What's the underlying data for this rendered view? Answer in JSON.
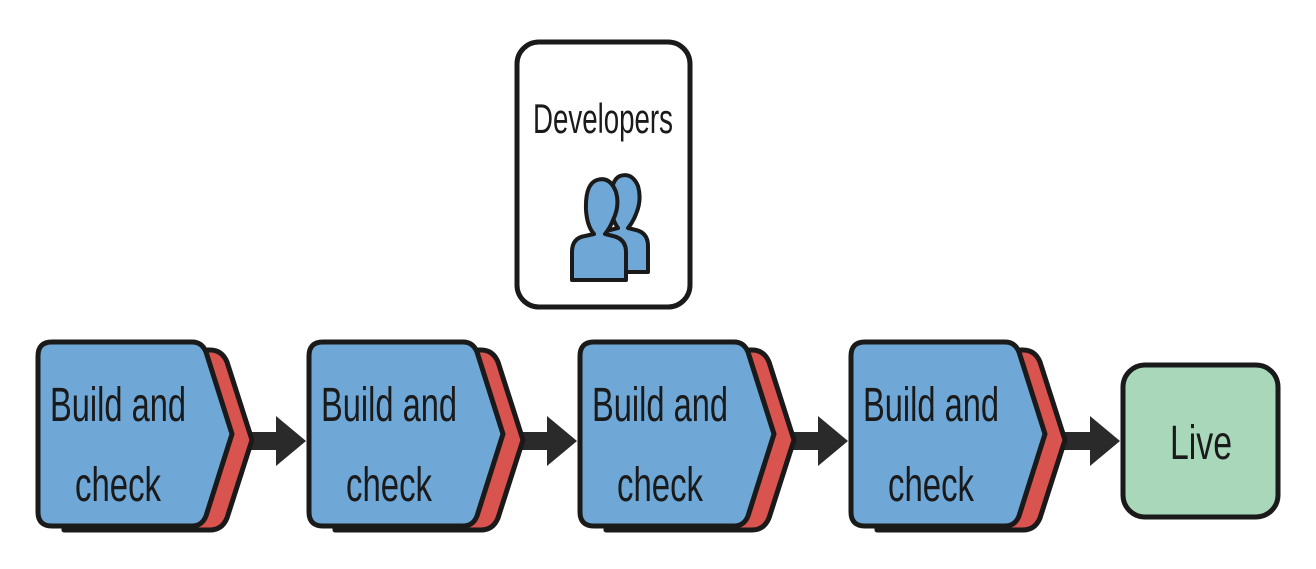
{
  "diagram": {
    "developers": {
      "label": "Developers",
      "icon": "people-icon"
    },
    "stages": [
      {
        "line1": "Build and",
        "line2": "check"
      },
      {
        "line1": "Build and",
        "line2": "check"
      },
      {
        "line1": "Build and",
        "line2": "check"
      },
      {
        "line1": "Build and",
        "line2": "check"
      }
    ],
    "live": {
      "label": "Live"
    },
    "colors": {
      "stage_fill": "#6fa8d6",
      "stage_shadow": "#d9534f",
      "live_fill": "#a8d8b9",
      "outline": "#1a1a1a",
      "arrow": "#2a2a2a",
      "icon_fill": "#6fa8d6"
    }
  }
}
